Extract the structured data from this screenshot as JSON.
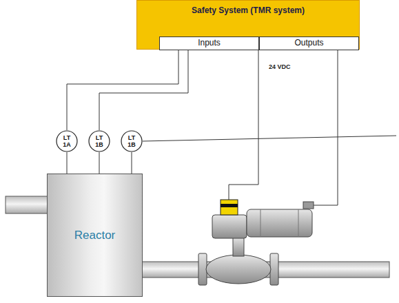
{
  "diagram": {
    "nodes": [
      {
        "text": [
          "Safety System (TMR system)"
        ]
      },
      {
        "text": [
          "Inputs"
        ],
        "in": 0
      },
      {
        "text": [
          "Outputs"
        ],
        "in": 0
      },
      {
        "text": [
          "LT 1A"
        ]
      },
      {
        "text": [
          "LT 1B"
        ]
      },
      {
        "text": [
          "LT 1B"
        ]
      },
      {
        "text": [
          "Reactor"
        ]
      }
    ],
    "edges": [
      {
        "from": 1,
        "to": 3,
        "arrow": "none"
      },
      {
        "from": 1,
        "to": 4,
        "arrow": "none"
      }
    ],
    "labels": [
      "24 VDC"
    ]
  }
}
